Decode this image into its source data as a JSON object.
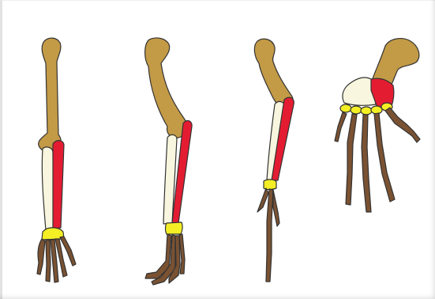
{
  "figure": {
    "type": "homologous-forelimb-bones-diagram",
    "panels": [
      "human-arm",
      "cat-forelimb",
      "horse-forelimb",
      "bat-wing"
    ],
    "colors": {
      "humerus": "#c39a46",
      "ulna": "#f8f6de",
      "radius": "#e41c32",
      "carpals": "#f4ee25",
      "phalanges": "#7a5232",
      "outline": "#333333"
    }
  }
}
